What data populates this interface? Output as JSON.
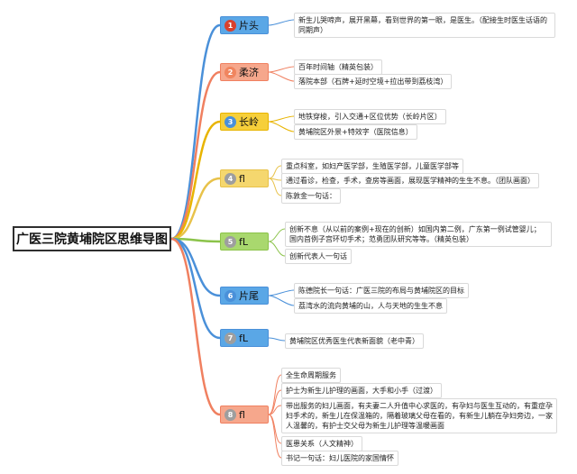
{
  "root": {
    "label": "广医三院黄埔院区思维导图"
  },
  "colors": {
    "red": "#d8412e",
    "orange": "#f0855f",
    "yellow": "#f2c12e",
    "gray": "#9e9e9e",
    "blue": "#4a90d9"
  },
  "branches": [
    {
      "label": "片头",
      "badge": "1",
      "badge_color": "red",
      "stroke": "#4a90d9",
      "fill": "#5aa7e6"
    },
    {
      "label": "柔济",
      "badge": "2",
      "badge_color": "orange",
      "stroke": "#f08060",
      "fill": "#f6a78c"
    },
    {
      "label": "长岭",
      "badge": "3",
      "badge_color": "blue",
      "stroke": "#e8b400",
      "fill": "#f6cf3a"
    },
    {
      "label": "fl",
      "badge": "4",
      "badge_color": "gray",
      "stroke": "#e8c24a",
      "fill": "#f5d76e"
    },
    {
      "label": "fL",
      "badge": "5",
      "badge_color": "gray",
      "stroke": "#8bc34a",
      "fill": "#a9d86e"
    },
    {
      "label": "片尾",
      "badge": "6",
      "badge_color": "blue",
      "stroke": "#4a90d9",
      "fill": "#5aa7e6"
    },
    {
      "label": "fL",
      "badge": "7",
      "badge_color": "gray",
      "stroke": "#4a90d9",
      "fill": "#5aa7e6"
    },
    {
      "label": "fl",
      "badge": "8",
      "badge_color": "gray",
      "stroke": "#f08060",
      "fill": "#f6a78c"
    }
  ],
  "leaves": [
    "新生儿哭啼声，展开黑幕，看到世界的第一眼，是医生。（配接生时医生话语的同期声）",
    "百年时间轴（精英包装）",
    "落院本部（石牌+延时空境+拉出带到荔枝湾）",
    "地铁穿梭，引入交通+区位优势（长岭片区）",
    "黄埔院区外景+特效字（医院信息）",
    "重点科室，如妇产医学部，生殖医学部，儿童医学部等",
    "通过看诊，检查，手术，查房等画面，展现医学精神的生生不息。（团队画面）",
    "陈敦金一句话：",
    "创新不息（从以前的案例+现在的创新）如国内第二例，广东第一例试管婴儿；国内首例子宫环切手术；范勇团队研究等等。（精英包装）",
    "创新代表人一句话",
    "陈德院长一句话：广医三院的布局与黄埔院区的目标",
    "荔湾水的流向黄埔的山，人与天地的生生不息",
    "黄埔院区优秀医生代表新面貌（老中青）",
    "全生命周期服务",
    "护士为新生儿护理的画面，大手和小手（过渡）",
    "带出服务的妇儿画面，有夫妻二人升值中心求医的，有孕妇与医生互动的，有重症孕妇手术的，新生儿在保温箱的，隔着玻璃父母在看的，有新生儿躺在孕妇旁边，一家人温馨的，有护士交父母为新生儿护理等温暖画面",
    "医患关系（人文精神）",
    "书记一句话：妇儿医院的家国情怀"
  ]
}
